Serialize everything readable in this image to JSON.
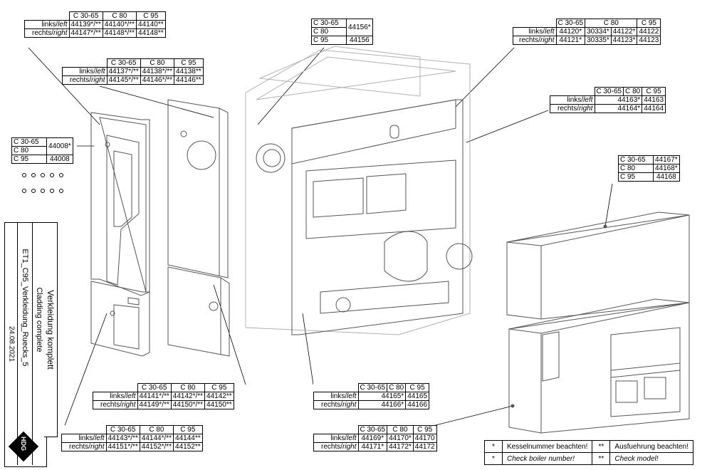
{
  "tables": {
    "left_top": {
      "cols": [
        "C 30-65",
        "C 80",
        "C 95"
      ],
      "rows": [
        {
          "label": "links/",
          "label_it": "left",
          "vals": [
            "44139*/**",
            "44140*/**",
            "44140**"
          ]
        },
        {
          "label": "rechts/",
          "label_it": "right",
          "vals": [
            "44147*/**",
            "44148*/**",
            "44148**"
          ]
        }
      ]
    },
    "left_mid": {
      "cols": [
        "C 30-65",
        "C 80",
        "C 95"
      ],
      "rows": [
        {
          "label": "links/",
          "label_it": "left",
          "vals": [
            "44137*/**",
            "44138*/**",
            "44138**"
          ]
        },
        {
          "label": "rechts/",
          "label_it": "right",
          "vals": [
            "44145*/**",
            "44146*/**",
            "44146**"
          ]
        }
      ]
    },
    "screws": {
      "rows": [
        "C 30-65",
        "C 80",
        "C 95"
      ],
      "val_top": "44008*",
      "val_bottom": "44008"
    },
    "center_top": {
      "rows": [
        "C 30-65",
        "C 80",
        "C 95"
      ],
      "val_top": "44156*",
      "val_bottom": "44156"
    },
    "right_top": {
      "cols": [
        "C 30-65",
        "C 80",
        "C 95"
      ],
      "rows": [
        {
          "label": "links/",
          "label_it": "left",
          "vals": [
            "44120*",
            "30334*",
            "44122*",
            "44122"
          ]
        },
        {
          "label": "rechts/",
          "label_it": "right",
          "vals": [
            "44121*",
            "30335*",
            "44123*",
            "44123"
          ]
        }
      ]
    },
    "right_mid": {
      "cols": [
        "C 30-65",
        "C 80",
        "C 95"
      ],
      "rows": [
        {
          "label": "links/",
          "label_it": "left",
          "val_merged": "44163*",
          "val_last": "44163"
        },
        {
          "label": "rechts/",
          "label_it": "right",
          "val_merged": "44164*",
          "val_last": "44164"
        }
      ]
    },
    "right_panel": {
      "rows": [
        {
          "model": "C 30-65",
          "val": "44167*"
        },
        {
          "model": "C 80",
          "val": "44168*"
        },
        {
          "model": "C 95",
          "val": "44168"
        }
      ]
    },
    "bottom_a": {
      "cols": [
        "C 30-65",
        "C 80",
        "C 95"
      ],
      "rows": [
        {
          "label": "links/",
          "label_it": "left",
          "vals": [
            "44141*/**",
            "44142*/**",
            "44142**"
          ]
        },
        {
          "label": "rechts/",
          "label_it": "right",
          "vals": [
            "44149*/**",
            "44150*/**",
            "44150**"
          ]
        }
      ]
    },
    "bottom_b": {
      "cols": [
        "C 30-65",
        "C 80",
        "C 95"
      ],
      "rows": [
        {
          "label": "links/",
          "label_it": "left",
          "vals": [
            "44143*/**",
            "44144*/**",
            "44144**"
          ]
        },
        {
          "label": "rechts/",
          "label_it": "right",
          "vals": [
            "44151*/**",
            "44152*/**",
            "44152**"
          ]
        }
      ]
    },
    "bottom_c": {
      "cols": [
        "C 30-65",
        "C 80",
        "C 95"
      ],
      "rows": [
        {
          "label": "links/",
          "label_it": "left",
          "val_merged": "44165*",
          "val_last": "44165"
        },
        {
          "label": "rechts/",
          "label_it": "right",
          "val_merged": "44166*",
          "val_last": "44166"
        }
      ]
    },
    "bottom_d": {
      "cols": [
        "C 30-65",
        "C 80",
        "C 95"
      ],
      "rows": [
        {
          "label": "links/",
          "label_it": "left",
          "vals": [
            "44169*",
            "44170*",
            "44170"
          ]
        },
        {
          "label": "rechts/",
          "label_it": "right",
          "vals": [
            "44171*",
            "44172*",
            "44172"
          ]
        }
      ]
    }
  },
  "legend": {
    "star1": "*",
    "note1_de": "Kesselnummer beachten!",
    "note1_en": "Check boiler number!",
    "star2": "**",
    "note2_de": "Ausfuehrung beachten!",
    "note2_en": "Check model!"
  },
  "title_block": {
    "date": "24.08.2021",
    "title_de": "Verkleidung komplett",
    "title_en": "Cladding complete",
    "drawing_ref": "ET1_C95_Verkleidung_Ruecks_5",
    "logo_text": "HDG"
  },
  "colors": {
    "line": "#000000",
    "part_line": "#555555",
    "ghost_line": "#b0b0b0"
  }
}
